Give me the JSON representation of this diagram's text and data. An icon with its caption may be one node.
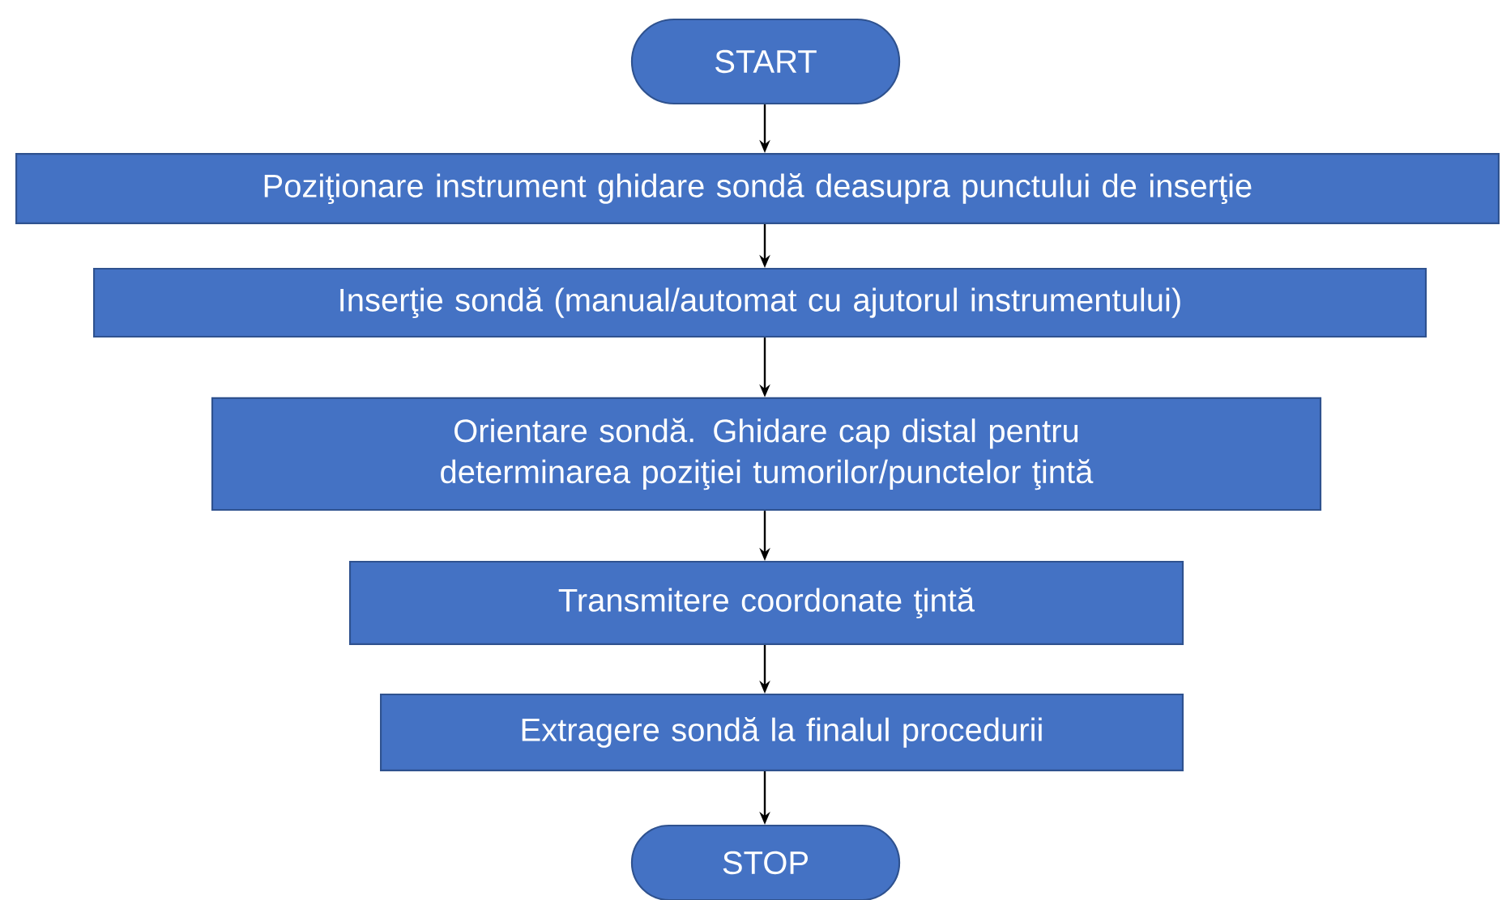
{
  "diagram": {
    "nodes": [
      {
        "text": [
          "START"
        ]
      },
      {
        "text": [
          "Poziţionare instrument ghidare sondă deasupra punctului de inserţie"
        ]
      },
      {
        "text": [
          "Inserţie sondă (manual/automat cu ajutorul instrumentului)"
        ]
      },
      {
        "text": [
          "Orientare sondă. Ghidare cap distal pentru determinarea poziţiei tumorilor/punctelor ţintă"
        ]
      },
      {
        "text": [
          "Transmitere coordonate ţintă"
        ]
      },
      {
        "text": [
          "Extragere sondă la finalul procedurii"
        ]
      },
      {
        "text": [
          "STOP"
        ]
      }
    ],
    "edges": [
      {
        "from": 0,
        "to": 1,
        "arrow": "to"
      },
      {
        "from": 1,
        "to": 2,
        "arrow": "to"
      },
      {
        "from": 2,
        "to": 3,
        "arrow": "to"
      },
      {
        "from": 3,
        "to": 4,
        "arrow": "to"
      },
      {
        "from": 4,
        "to": 5,
        "arrow": "to"
      },
      {
        "from": 5,
        "to": 6,
        "arrow": "to"
      }
    ]
  }
}
